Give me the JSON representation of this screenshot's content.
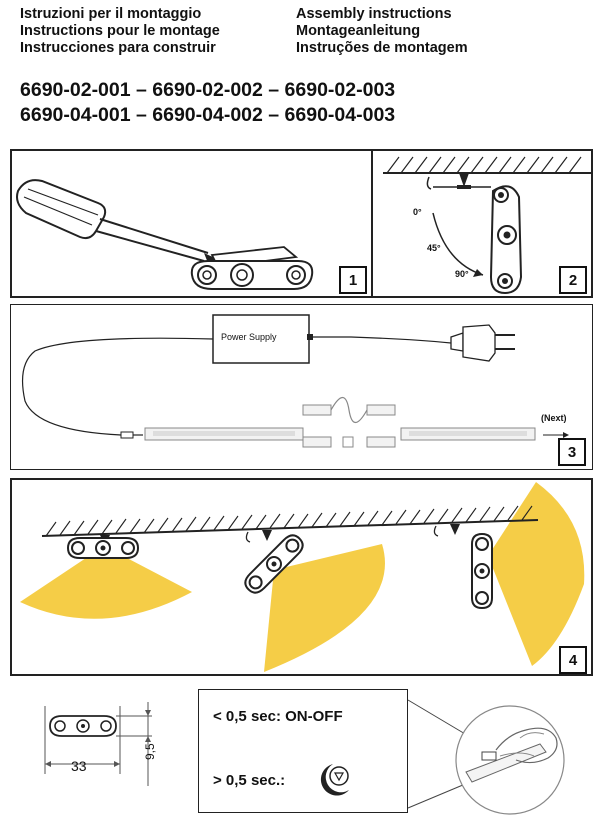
{
  "header": {
    "left": [
      "Istruzioni per il montaggio",
      "Instructions pour le montage",
      "Instrucciones para construir"
    ],
    "right": [
      "Assembly instructions",
      "Montageanleitung",
      "Instruções de montagem"
    ]
  },
  "models": {
    "line1": "6690-02-001 – 6690-02-002 – 6690-02-003",
    "line2": "6690-04-001 – 6690-04-002 – 6690-04-003"
  },
  "panels": {
    "step1": {
      "number": "1"
    },
    "step2": {
      "number": "2",
      "angles": [
        "0°",
        "45°",
        "90°"
      ]
    },
    "step3": {
      "number": "3",
      "power_supply": "Power Supply",
      "next": "(Next)"
    },
    "step4": {
      "number": "4"
    }
  },
  "dimensions": {
    "width": "33",
    "height": "9,5"
  },
  "switch_info": {
    "short_press": "< 0,5 sec: ON-OFF",
    "long_press": "> 0,5 sec.:"
  },
  "colors": {
    "light_beam": "#f5cd47",
    "frame": "#222222"
  }
}
